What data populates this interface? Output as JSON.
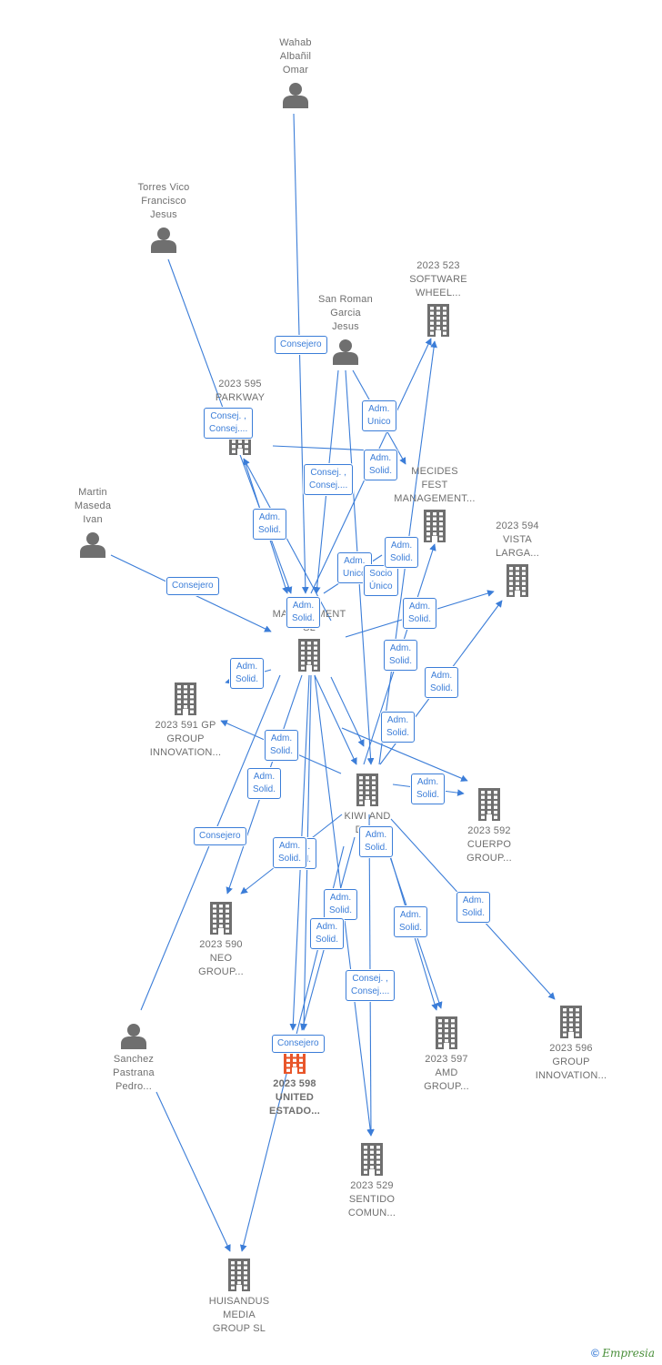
{
  "colors": {
    "edge": "#3b7dd8",
    "node": "#6f6f6f",
    "highlight": "#e8562a"
  },
  "nodes": [
    {
      "id": "wahab",
      "kind": "person",
      "label": "Wahab\nAlbañil\nOmar"
    },
    {
      "id": "torres",
      "kind": "person",
      "label": "Torres Vico\nFrancisco\nJesus"
    },
    {
      "id": "sanroman",
      "kind": "person",
      "label": "San Roman\nGarcia\nJesus"
    },
    {
      "id": "martin",
      "kind": "person",
      "label": "Martin\nMaseda\nIvan"
    },
    {
      "id": "sanchez",
      "kind": "person",
      "label": "Sanchez\nPastrana\nPedro..."
    },
    {
      "id": "c523",
      "kind": "company",
      "label": "2023 523\nSOFTWARE\nWHEEL..."
    },
    {
      "id": "c595",
      "kind": "company",
      "label": "2023 595\nPARKWAY\n..."
    },
    {
      "id": "mecides",
      "kind": "company",
      "label": "MECIDES\nFEST\nMANAGEMENT..."
    },
    {
      "id": "c594",
      "kind": "company",
      "label": "2023 594\nVISTA\nLARGA..."
    },
    {
      "id": "mgmt",
      "kind": "company",
      "label": "...S\nMANAGEMENT\nSL"
    },
    {
      "id": "c591",
      "kind": "company",
      "label": "2023 591 GP\nGROUP\nINNOVATION..."
    },
    {
      "id": "kiwi",
      "kind": "company",
      "label": "KIWI AND\nDO..."
    },
    {
      "id": "c592",
      "kind": "company",
      "label": "2023 592\nCUERPO\nGROUP..."
    },
    {
      "id": "c590",
      "kind": "company",
      "label": "2023 590\nNEO\nGROUP..."
    },
    {
      "id": "c596",
      "kind": "company",
      "label": "2023 596\nGROUP\nINNOVATION..."
    },
    {
      "id": "c597",
      "kind": "company",
      "label": "2023 597\nAMD\nGROUP..."
    },
    {
      "id": "c598",
      "kind": "company",
      "label": "2023 598\nUNITED\nESTADO...",
      "highlight": true
    },
    {
      "id": "c529",
      "kind": "company",
      "label": "2023 529\nSENTIDO\nCOMUN..."
    },
    {
      "id": "huisandus",
      "kind": "company",
      "label": "HUISANDUS\nMEDIA\nGROUP  SL"
    }
  ],
  "edge_labels": [
    "Consejero",
    "Consej. ,\nConsej....",
    "Adm.\nUnico",
    "Adm.\nSolid.",
    "Consej. ,\nConsej....",
    "Adm.\nSolid.",
    "Consejero",
    "Adm.\nUnico",
    "Adm.\nSolid.",
    "Socio\nÚnico",
    "Adm.\nSolid.",
    "Adm.\nSolid.",
    "Adm.\nSolid.",
    "Adm.\nSolid.",
    "Adm.\nSolid.",
    "Adm.\nSolid.",
    "Adm.\nSolid.",
    "Adm.\nSolid.",
    "Adm.\nSolid.",
    "Consejero",
    "Adm.\nSolid.",
    "Adm.\nSolid.",
    "Adm.\nSolid.",
    "Adm.\nSolid.",
    "Adm.\nSolid.",
    "Adm.\nSolid.",
    "Adm.\nSolid.",
    "Adm.\nSolid.",
    "Adm.\nSolid.",
    "Consej. ,\nConsej....",
    "Consejero"
  ],
  "brand": {
    "copyright": "©",
    "name": "Empresia"
  }
}
